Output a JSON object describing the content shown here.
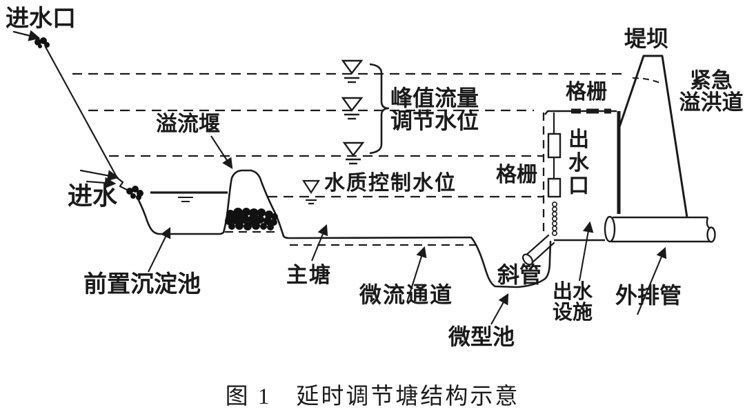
{
  "figure": {
    "caption": "图 1　延时调节塘结构示意",
    "colors": {
      "ink": "#1a1a1a",
      "paper": "#ffffff"
    },
    "labels": {
      "inlet_port": "进水口",
      "inflow": "进水",
      "overflow_weir": "溢流堰",
      "peak_level": {
        "line1": "峰值流量",
        "line2": "调节水位"
      },
      "water_quality_level": "水质控制水位",
      "screen_top": "格栅",
      "screen_side": "格栅",
      "outlet_port": "出水口",
      "dam": "堤坝",
      "emergency_spillway": {
        "line1": "紧急",
        "line2": "溢洪道"
      },
      "forebay": "前置沉淀池",
      "main_pond": "主塘",
      "micro_flow_channel": "微流通道",
      "inclined_pipe": "斜管",
      "micro_pool": "微型池",
      "outlet_facility": {
        "line1": "出水",
        "line2": "设施"
      },
      "outfall_pipe": "外排管"
    }
  }
}
